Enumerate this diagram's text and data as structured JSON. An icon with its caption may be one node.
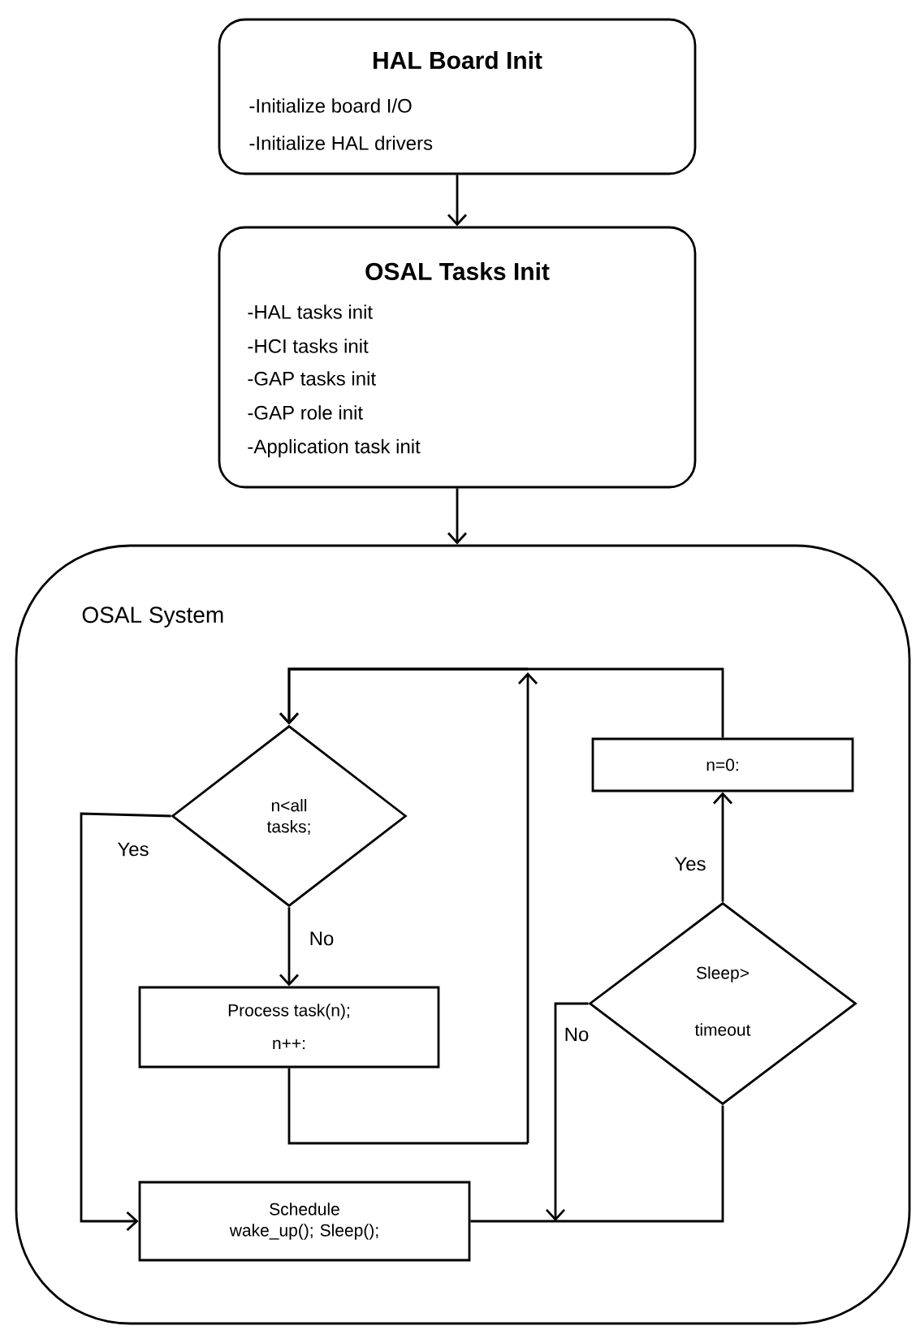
{
  "diagram": {
    "nodes": [
      {
        "text": [
          "HAL Board Init",
          "-Initialize board I/O",
          "-Initialize HAL drivers"
        ]
      },
      {
        "text": [
          "OSAL Tasks Init",
          "-HAL tasks init",
          "-HCI tasks init",
          "-GAP tasks init",
          "-GAP role init",
          "-Application task init"
        ]
      },
      {
        "text": [
          "OSAL System"
        ]
      },
      {
        "text": [
          "n<all tasks;"
        ],
        "in": 2
      },
      {
        "text": [
          "Process task(n);",
          "n++:"
        ],
        "in": 2
      },
      {
        "text": [
          "n=0:"
        ],
        "in": 2
      },
      {
        "text": [
          "Sleep>",
          "timeout"
        ],
        "in": 2
      },
      {
        "text": [
          "Schedule wake_up(); Sleep();"
        ],
        "in": 2
      }
    ],
    "edges": [
      {
        "from": 0,
        "to": 1,
        "arrow": "to"
      },
      {
        "from": 1,
        "to": 2,
        "arrow": "to"
      },
      {
        "from": 5,
        "to": 3,
        "arrow": "to"
      },
      {
        "from": 3,
        "to": 4,
        "arrow": "to",
        "label": "No"
      },
      {
        "from": 3,
        "to": 7,
        "arrow": "to",
        "label": "Yes"
      },
      {
        "from": 4,
        "to": 3,
        "arrow": "to"
      },
      {
        "from": 6,
        "to": 5,
        "arrow": "to",
        "label": "Yes"
      },
      {
        "from": 6,
        "to": null,
        "arrow": "to",
        "label": "No"
      },
      {
        "from": 7,
        "to": 6,
        "arrow": "none"
      }
    ]
  }
}
